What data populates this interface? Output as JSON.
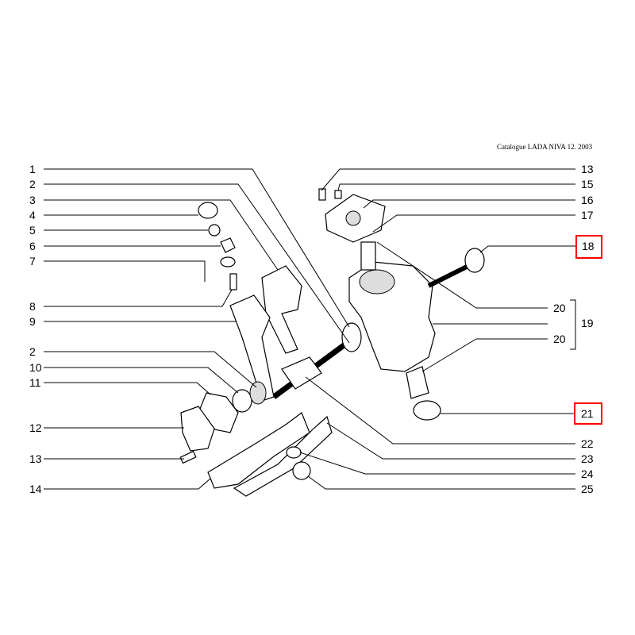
{
  "caption": "Catalogue LADA NIVA 12. 2003",
  "highlight_color": "#ff0000",
  "left_labels": [
    "1",
    "2",
    "3",
    "4",
    "5",
    "6",
    "7",
    "8",
    "9",
    "2",
    "10",
    "11",
    "12",
    "13",
    "14"
  ],
  "right_labels": [
    "13",
    "15",
    "16",
    "17",
    "18",
    "20",
    "19",
    "20",
    "21",
    "22",
    "23",
    "24",
    "25"
  ],
  "highlighted": [
    "18",
    "21"
  ]
}
